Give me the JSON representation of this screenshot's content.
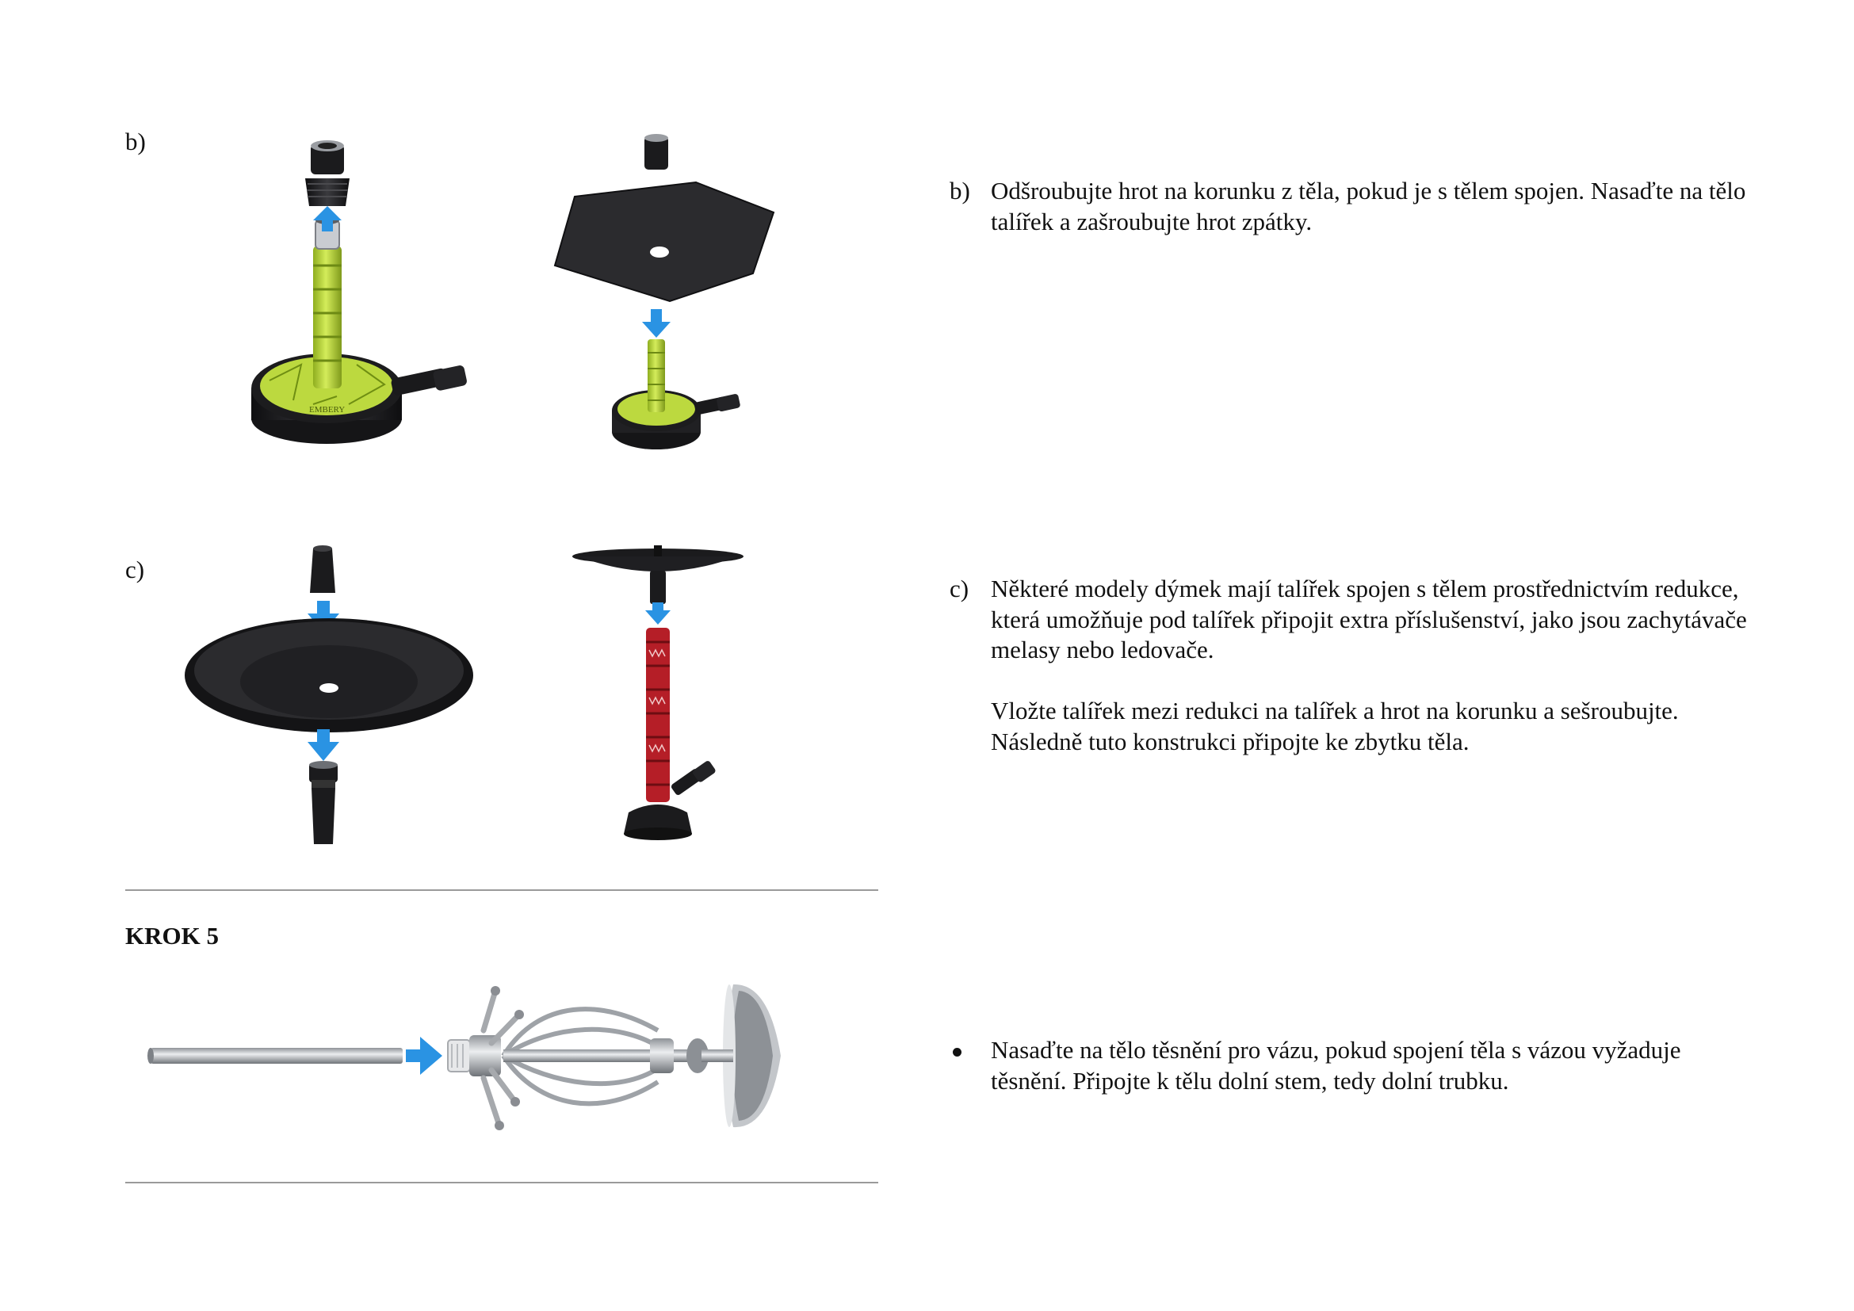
{
  "left_column": {
    "label_b": "b)",
    "label_c": "c)",
    "step_heading": "KROK 5",
    "brand_text": "EMBERY"
  },
  "instructions": {
    "b": {
      "marker": "b)",
      "paragraphs": [
        "Odšroubujte hrot na korunku z těla, pokud je s tělem spojen. Nasaďte na tělo talířek a zašroubujte hrot zpátky."
      ]
    },
    "c": {
      "marker": "c)",
      "paragraphs": [
        "Některé modely dýmek mají talířek spojen s tělem prostřednictvím redukce, která umožňuje pod talířek připojit extra příslušenství, jako jsou zachytávače melasy nebo ledovače.",
        "Vložte talířek mezi redukci na talířek a hrot na korunku a sešroubujte. Následně tuto konstrukci připojte ke zbytku těla."
      ]
    },
    "step5": {
      "paragraphs": [
        "Nasaďte na tělo těsnění pro vázu, pokud spojení těla s vázou vyžaduje těsnění. Připojte k tělu dolní stem, tedy dolní trubku."
      ]
    }
  },
  "colors": {
    "arrow": "#2a93e3",
    "lime": "#b9d73a",
    "red_stem": "#b51e27",
    "black": "#1d1d1f",
    "steel": "#b8bcc2"
  }
}
